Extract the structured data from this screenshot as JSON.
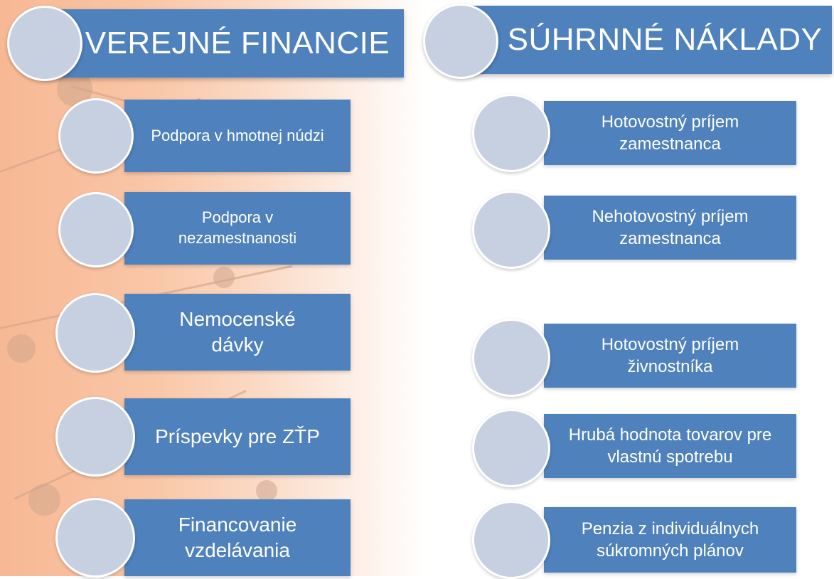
{
  "left": {
    "title": "VEREJNÉ FINANCIE",
    "items": [
      {
        "label": "Podpora v hmotnej núdzi"
      },
      {
        "label": "Podpora v nezamestnanosti"
      },
      {
        "label": "Nemocenské dávky"
      },
      {
        "label": "Príspevky pre ZŤP"
      },
      {
        "label": "Financovanie vzdelávania"
      }
    ]
  },
  "right": {
    "title": "SÚHRNNÉ NÁKLADY",
    "items": [
      {
        "label": "Hotovostný príjem zamestnanca"
      },
      {
        "label": "Nehotovostný príjem zamestnanca"
      },
      {
        "label": "Hotovostný príjem živnostníka"
      },
      {
        "label": "Hrubá hodnota tovarov pre vlastnú spotrebu"
      },
      {
        "label": "Penzia z individuálnych súkromných plánov"
      }
    ]
  },
  "colors": {
    "box": "#4f81bd",
    "circle": "#c7d0e1",
    "background_tint": "#f9c6a6"
  }
}
